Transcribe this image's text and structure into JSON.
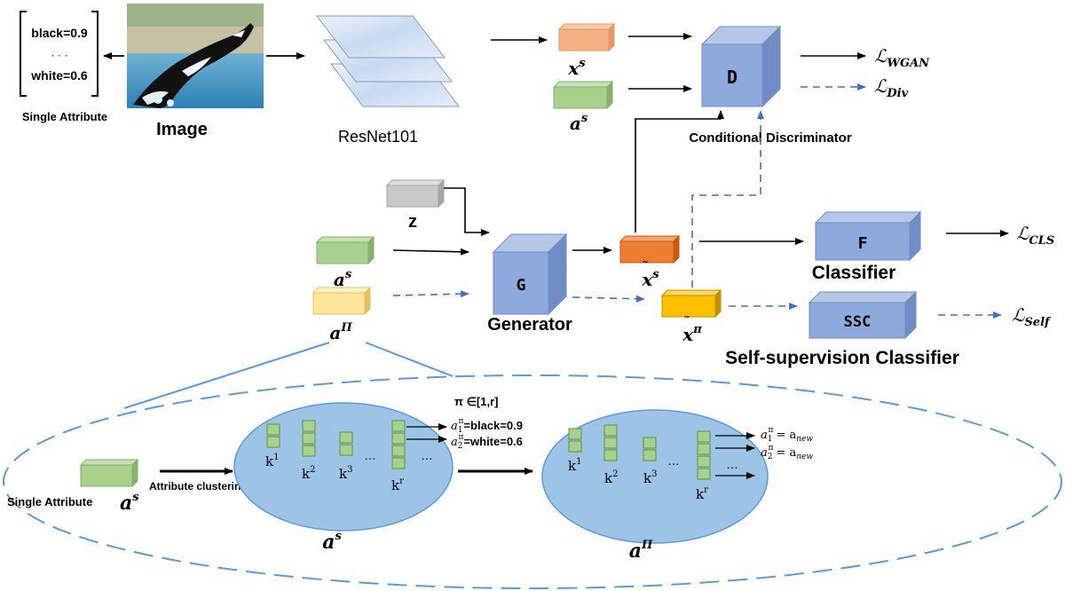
{
  "attribute_bracket": {
    "line1": "black=0.9",
    "dots": "· · ·",
    "line2": "white=0.6",
    "caption": "Single Attribute"
  },
  "image_label": "Image",
  "resnet_label": "ResNet101",
  "vectors": {
    "xs": "x",
    "xs_sup": "s",
    "as_top": "a",
    "as_top_sup": "s",
    "z": "z",
    "as_left": "a",
    "as_left_sup": "s",
    "api_left": "a",
    "api_left_sup": "Π",
    "xs_gen": "x",
    "xs_gen_sup": "s",
    "xpi_gen": "x",
    "xpi_gen_sup": "π"
  },
  "blocks": {
    "D": "D",
    "D_caption": "Conditional Discriminator",
    "G": "G",
    "G_caption": "Generator",
    "F": "F",
    "F_caption": "Classifier",
    "SSC": "SSC",
    "SSC_caption": "Self-supervision Classifier"
  },
  "losses": {
    "wgan_main": "ℒ",
    "wgan_sub": "WGAN",
    "div_main": "ℒ",
    "div_sub": "Div",
    "cls_main": "ℒ",
    "cls_sub": "CLS",
    "self_main": "ℒ",
    "self_sub": "Self"
  },
  "detail": {
    "single_attr": "Single Attribute",
    "single_attr_a": "a",
    "single_attr_sup": "s",
    "clustering": "Attribute clustering",
    "pi_range": "π ∈[1,r]",
    "left_a1": "=black=0.9",
    "left_a2": "=white=0.6",
    "right_a1": "= a",
    "right_a2": "= a",
    "new_sub": "new",
    "a_sym": "a",
    "a_sub1": "1",
    "a_sub2": "2",
    "a_sup_pi": "π",
    "k": "k",
    "k1": "1",
    "k2": "2",
    "k3": "3",
    "kr": "r",
    "ellipsis": "…",
    "caption_as": "a",
    "caption_as_sup": "s",
    "caption_api": "a",
    "caption_api_sup": "Π"
  },
  "colors": {
    "block_fill": "#8ea9db",
    "arrow_black": "#000000",
    "arrow_blue": "#4472c4",
    "green": "#a9d18e",
    "orange": "#f4b183",
    "gray": "#c9c9c9",
    "dark_orange": "#ed7d31",
    "yellow": "#ffc000",
    "light_yellow": "#ffe699",
    "cluster_fill": "#9dc3e6"
  }
}
